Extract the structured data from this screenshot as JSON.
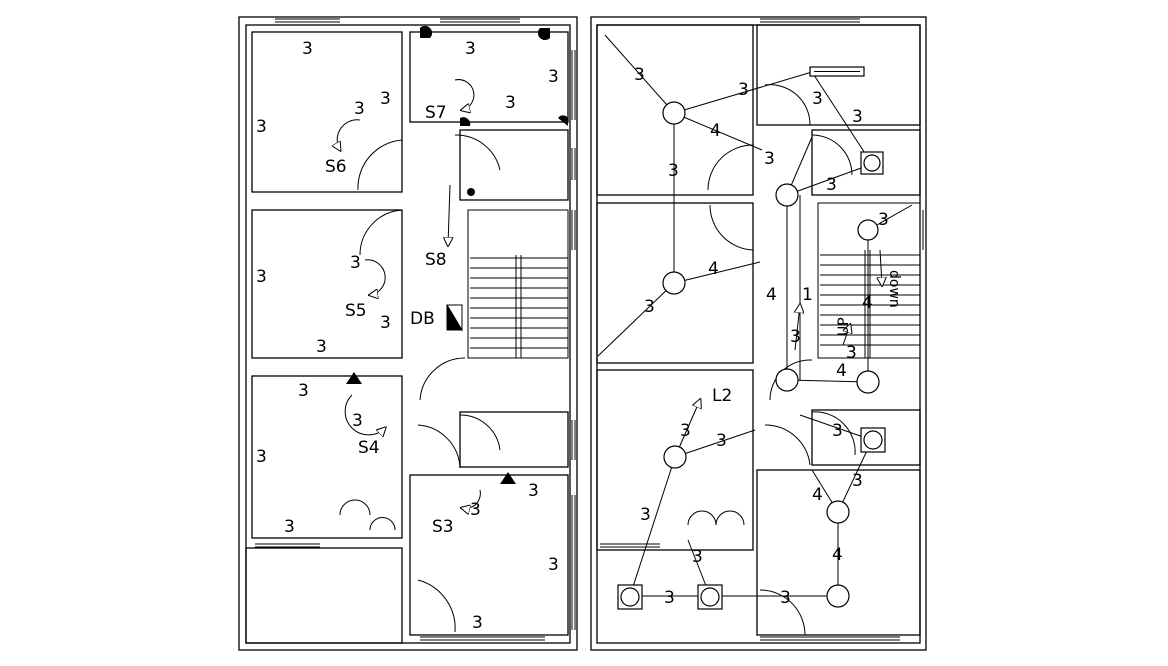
{
  "left_plan": {
    "switches": [
      "S6",
      "S7",
      "S8",
      "S5",
      "S4",
      "S3"
    ],
    "db_label": "DB",
    "circuit_marks": [
      "3"
    ]
  },
  "right_plan": {
    "loop_label": "L2",
    "up_label": "UP",
    "down_label": "down",
    "circuit_marks": [
      "3",
      "4",
      "1"
    ]
  }
}
